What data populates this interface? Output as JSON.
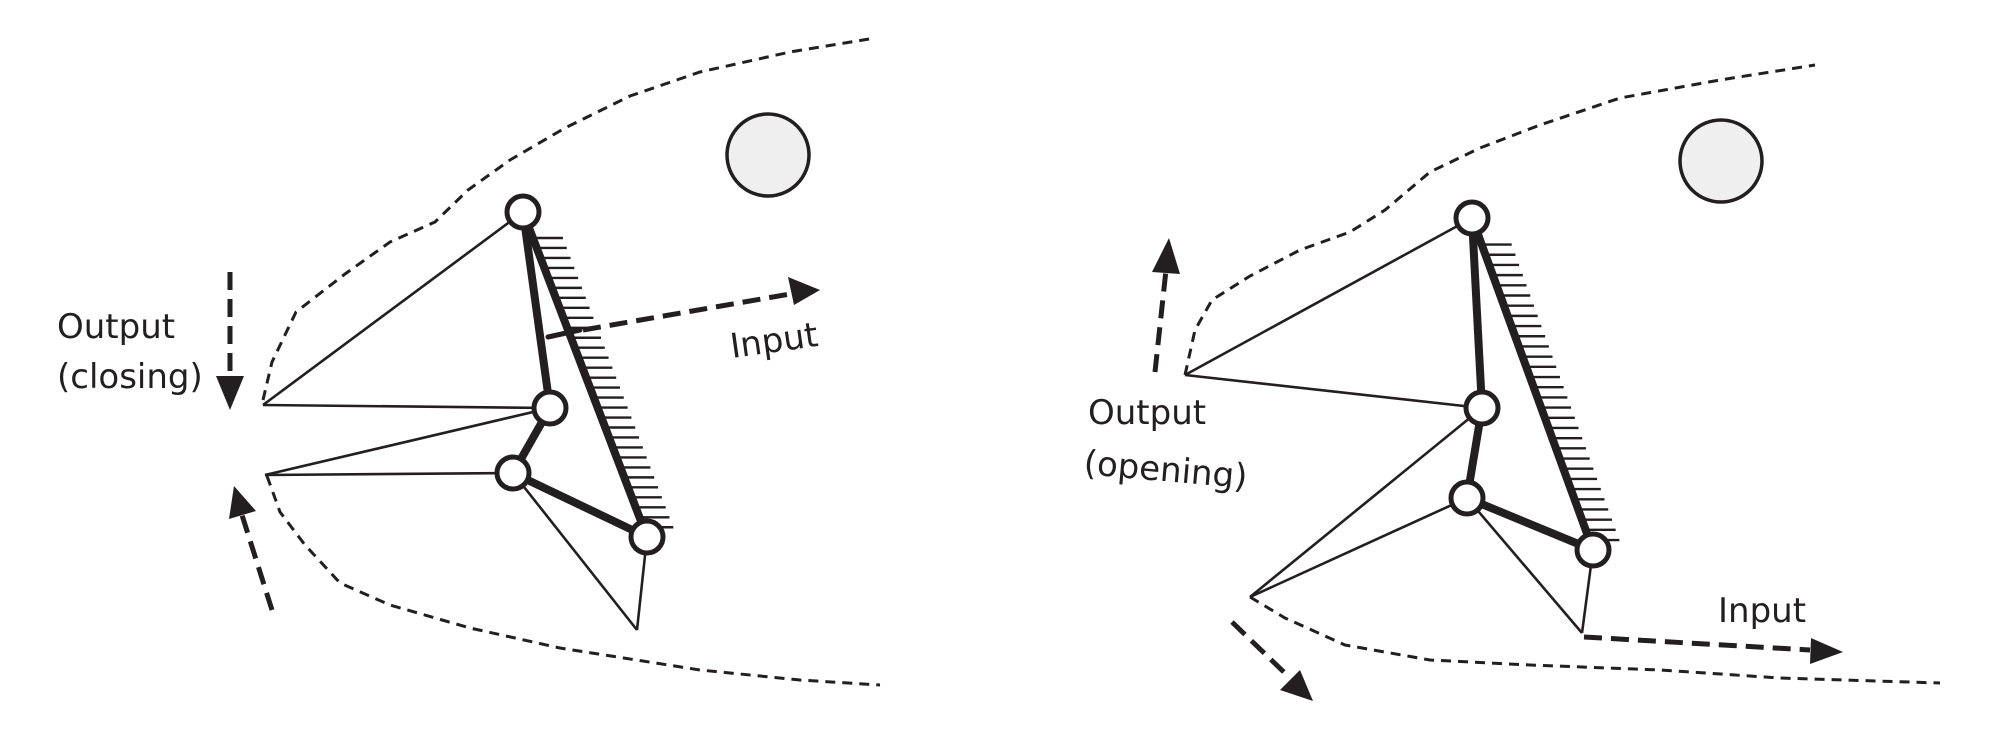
{
  "panels": [
    {
      "id": "closing",
      "output_label": [
        "Output",
        "(closing)"
      ],
      "input_label": "Input"
    },
    {
      "id": "opening",
      "output_label": [
        "Output",
        "(opening)"
      ],
      "input_label": "Input"
    }
  ],
  "colors": {
    "ink": "#231f20",
    "eye_fill": "#efefef",
    "background": "#ffffff"
  }
}
